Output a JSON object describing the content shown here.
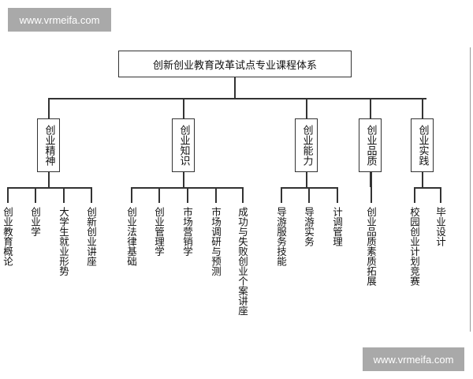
{
  "watermark": "www.vrmeifa.com",
  "root": "创新创业教育改革试点专业课程体系",
  "categories": [
    {
      "label": "创业精神",
      "leaves": [
        "创业教育概论",
        "创业学",
        "大学生就业形势",
        "创新创业讲座"
      ]
    },
    {
      "label": "创业知识",
      "leaves": [
        "创业法律基础",
        "创业管理学",
        "市场营销学",
        "市场调研与预测",
        "成功与失败创业个案讲座"
      ]
    },
    {
      "label": "创业能力",
      "leaves": [
        "导游服务技能",
        "导游实务",
        "计调管理"
      ]
    },
    {
      "label": "创业品质",
      "leaves": [
        "创业品质素质拓展"
      ]
    },
    {
      "label": "创业实践",
      "leaves": [
        "校园创业计划竞赛",
        "毕业设计"
      ]
    }
  ]
}
